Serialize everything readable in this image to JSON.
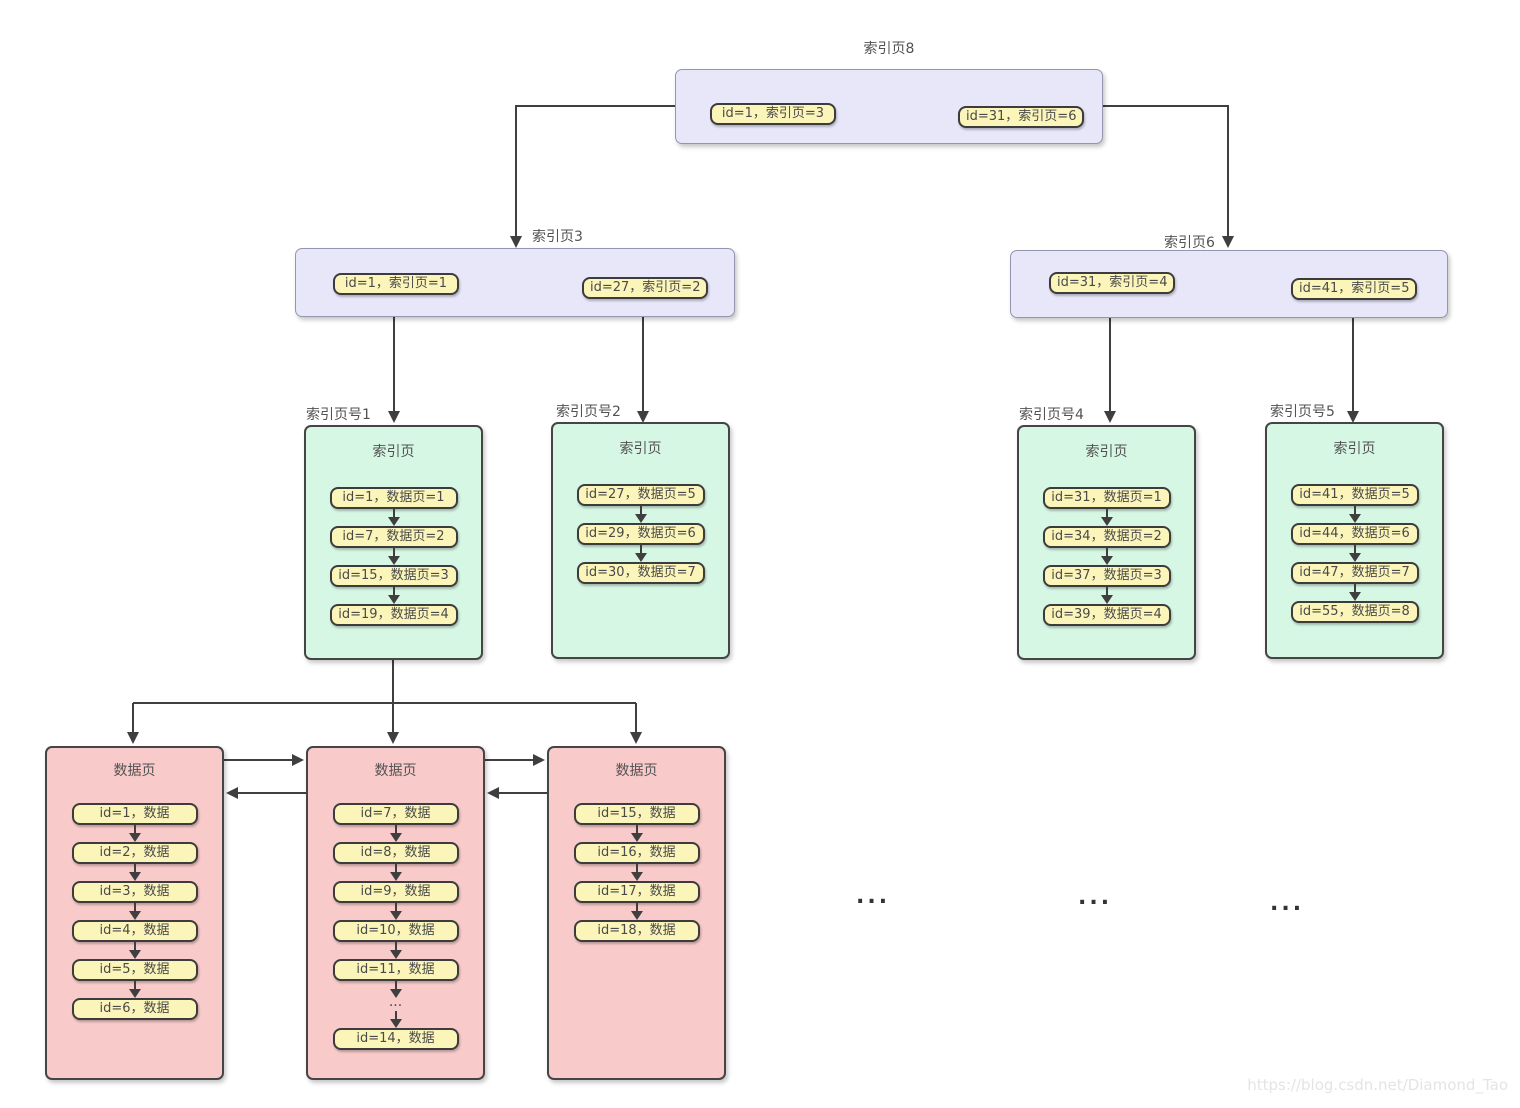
{
  "colors": {
    "purple_fill": "#e8e7fa",
    "purple_border": "#9495ae",
    "green_fill": "#d6f7e4",
    "red_fill": "#f9caca",
    "node_border": "#454545",
    "yellow_fill": "#fbf5ba",
    "yellow_border": "#3c3c3c",
    "arrow": "#3f3f3f",
    "text": "#525252",
    "watermark": "#e4e4e8"
  },
  "root": {
    "label": "索引页8",
    "items": [
      "id=1，索引页=3",
      "id=31，索引页=6"
    ]
  },
  "level2": [
    {
      "label": "索引页3",
      "items": [
        "id=1，索引页=1",
        "id=27，索引页=2"
      ]
    },
    {
      "label": "索引页6",
      "items": [
        "id=31，索引页=4",
        "id=41，索引页=5"
      ]
    }
  ],
  "leaf_index_pages": [
    {
      "label": "索引页号1",
      "title": "索引页",
      "items": [
        "id=1，数据页=1",
        "id=7，数据页=2",
        "id=15，数据页=3",
        "id=19，数据页=4"
      ]
    },
    {
      "label": "索引页号2",
      "title": "索引页",
      "items": [
        "id=27，数据页=5",
        "id=29，数据页=6",
        "id=30，数据页=7"
      ]
    },
    {
      "label": "索引页号4",
      "title": "索引页",
      "items": [
        "id=31，数据页=1",
        "id=34，数据页=2",
        "id=37，数据页=3",
        "id=39，数据页=4"
      ]
    },
    {
      "label": "索引页号5",
      "title": "索引页",
      "items": [
        "id=41，数据页=5",
        "id=44，数据页=6",
        "id=47，数据页=7",
        "id=55，数据页=8"
      ]
    }
  ],
  "data_pages": [
    {
      "title": "数据页",
      "items": [
        "id=1，数据",
        "id=2，数据",
        "id=3，数据",
        "id=4，数据",
        "id=5，数据",
        "id=6，数据"
      ]
    },
    {
      "title": "数据页",
      "items_before_gap": [
        "id=7，数据",
        "id=8，数据",
        "id=9，数据",
        "id=10，数据",
        "id=11，数据"
      ],
      "gap_label": "...",
      "items_after_gap": [
        "id=14，数据"
      ]
    },
    {
      "title": "数据页",
      "items": [
        "id=15，数据",
        "id=16，数据",
        "id=17，数据",
        "id=18，数据"
      ]
    }
  ],
  "ellipses": {
    "first": "...",
    "second": "...",
    "third": "..."
  },
  "watermark": "https://blog.csdn.net/Diamond_Tao"
}
